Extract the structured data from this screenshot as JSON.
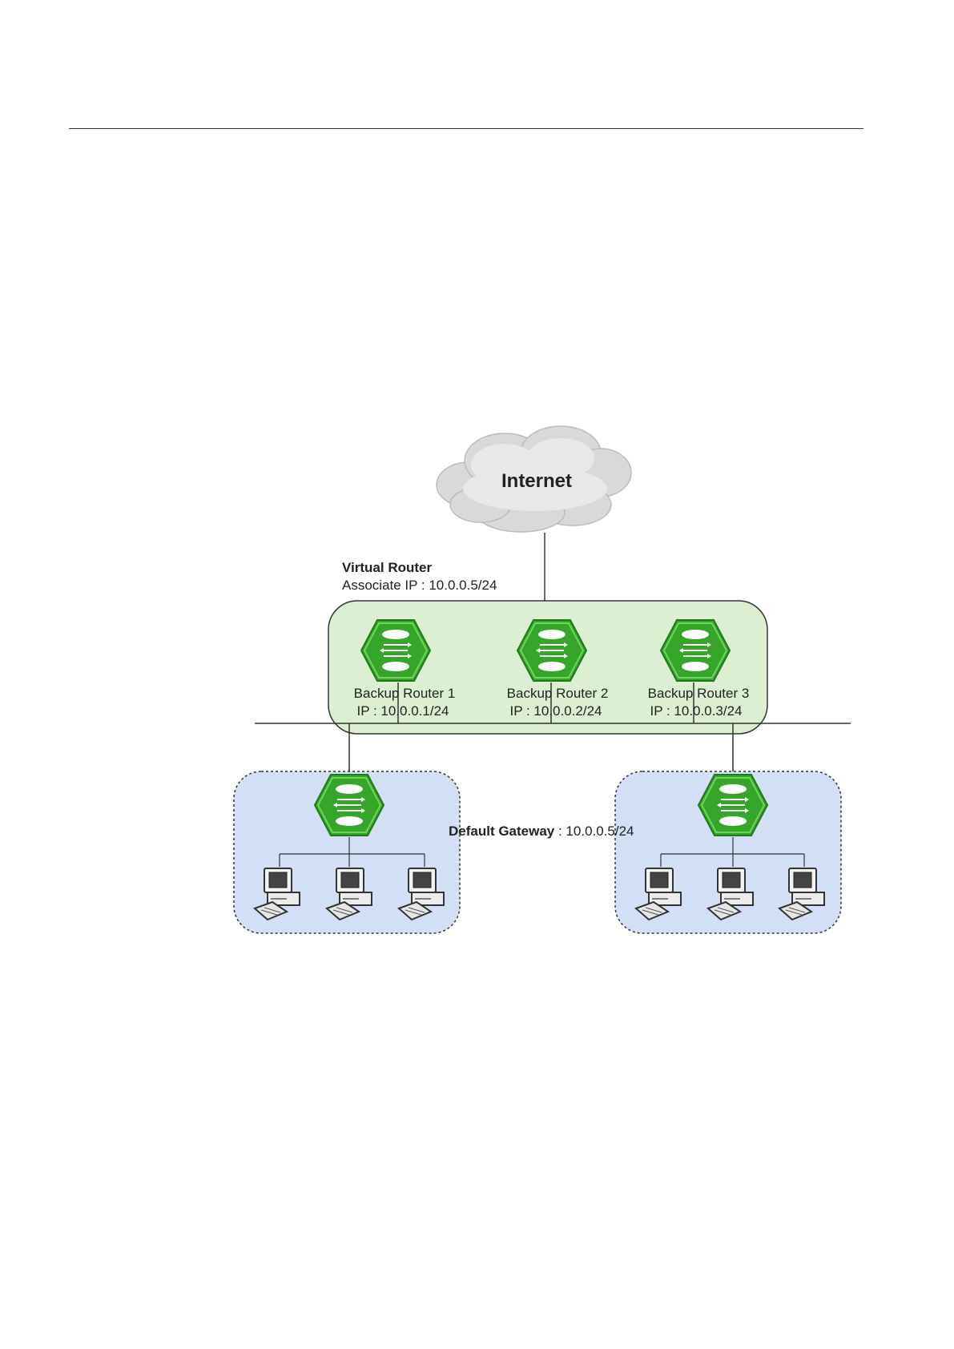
{
  "diagram": {
    "internet_label": "Internet",
    "virtual_router": {
      "title": "Virtual Router",
      "associate_ip": "Associate IP : 10.0.0.5/24"
    },
    "backup_routers": [
      {
        "name": "Backup Router 1",
        "ip": "IP : 10.0.0.1/24"
      },
      {
        "name": "Backup Router 2",
        "ip": "IP : 10.0.0.2/24"
      },
      {
        "name": "Backup Router 3",
        "ip": "IP : 10.0.0.3/24"
      }
    ],
    "default_gateway": {
      "label": "Default Gateway",
      "value": " : 10.0.0.5/24"
    },
    "colors": {
      "virtual_router_fill": "#dcefd3",
      "lan_fill": "#d3dff5",
      "router_green": "#3daa2e",
      "cloud_gray": "#e3e3e3"
    }
  }
}
